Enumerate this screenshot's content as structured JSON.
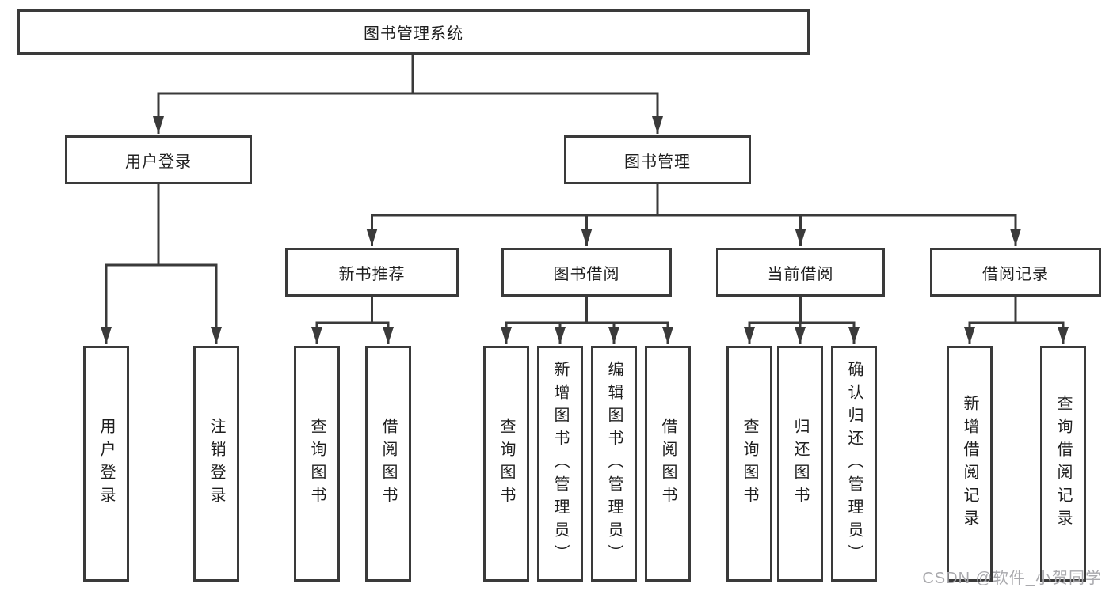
{
  "diagram": {
    "root": {
      "label": "图书管理系统"
    },
    "level2": [
      {
        "label": "用户登录",
        "children": [
          {
            "label": "用户登录"
          },
          {
            "label": "注销登录"
          }
        ]
      },
      {
        "label": "图书管理",
        "children": [
          {
            "label": "新书推荐",
            "children": [
              {
                "label": "查询图书"
              },
              {
                "label": "借阅图书"
              }
            ]
          },
          {
            "label": "图书借阅",
            "children": [
              {
                "label": "查询图书"
              },
              {
                "label": "新增图书（管理员）"
              },
              {
                "label": "编辑图书（管理员）"
              },
              {
                "label": "借阅图书"
              }
            ]
          },
          {
            "label": "当前借阅",
            "children": [
              {
                "label": "查询图书"
              },
              {
                "label": "归还图书"
              },
              {
                "label": "确认归还（管理员）"
              }
            ]
          },
          {
            "label": "借阅记录",
            "children": [
              {
                "label": "新增借阅记录"
              },
              {
                "label": "查询借阅记录"
              }
            ]
          }
        ]
      }
    ]
  },
  "watermark": {
    "text": "CSDN @软件_小贺同学"
  },
  "colors": {
    "line": "#3a3a3a",
    "text": "#1f1f1f",
    "background": "#ffffff",
    "watermark": "#a9a9ad"
  }
}
